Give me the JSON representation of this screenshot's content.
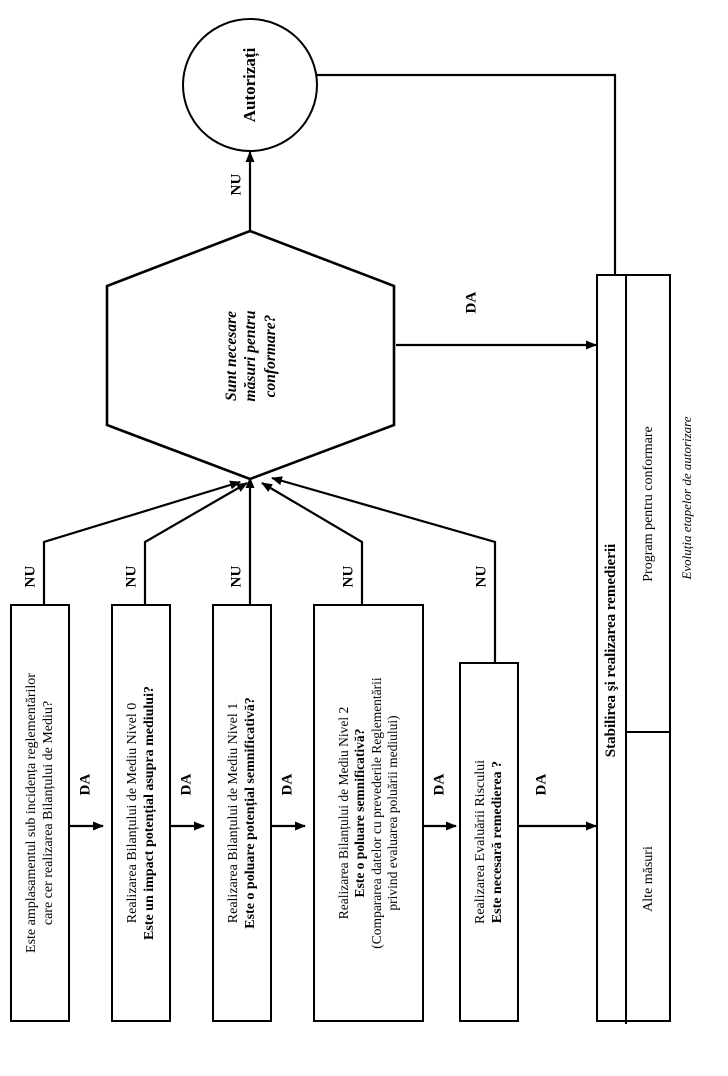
{
  "diagram": {
    "caption": "Evoluția etapelor de autorizare",
    "orientation": "rotated-90-ccw",
    "line_color": "#000000",
    "background": "#ffffff"
  },
  "terminator": {
    "label": "Autorizați"
  },
  "decision": {
    "shape": "hexagon",
    "line1": "Sunt necesare",
    "line2": "măsuri pentru",
    "line3": "conformare?"
  },
  "process_boxes": [
    {
      "id": "box-1",
      "lines": [
        {
          "text": "Este amplasamentul sub incidența reglementărilor",
          "bold": false
        },
        {
          "text": "care cer realizarea Bilanțului de Mediu?",
          "bold": false
        }
      ]
    },
    {
      "id": "box-2",
      "lines": [
        {
          "text": "Realizarea Bilanțului de Mediu Nivel 0",
          "bold": false
        },
        {
          "text": "Este un impact potențial asupra mediului?",
          "bold": true
        }
      ]
    },
    {
      "id": "box-3",
      "lines": [
        {
          "text": "Realizarea Bilanțului de Mediu Nivel 1",
          "bold": false
        },
        {
          "text": "Este o poluare potențial semnificativă?",
          "bold": true
        }
      ]
    },
    {
      "id": "box-4",
      "lines": [
        {
          "text": "Realizarea Bilanțului de Mediu Nivel 2",
          "bold": false
        },
        {
          "text": "Este o poluare semnificativă?",
          "bold": true
        },
        {
          "text": "(Compararea datelor cu prevederile Reglementării",
          "bold": false
        },
        {
          "text": "privind evaluarea poluării mediului)",
          "bold": false
        }
      ]
    },
    {
      "id": "box-5",
      "lines": [
        {
          "text": "Realizarea Evaluării Riscului",
          "bold": false
        },
        {
          "text": "Este necesară remedierea ?",
          "bold": true
        }
      ]
    }
  ],
  "right_block": {
    "header": "Stabilirea şi realizarea remedierii",
    "cells": [
      {
        "text": "Alte măsuri",
        "bold": false
      },
      {
        "text": "Program pentru conformare",
        "bold": false
      }
    ]
  },
  "edge_labels": {
    "yes": "DA",
    "no": "NU",
    "no_edges": [
      {
        "from": "box-1",
        "label": "NU"
      },
      {
        "from": "box-2",
        "label": "NU"
      },
      {
        "from": "box-3",
        "label": "NU"
      },
      {
        "from": "box-4",
        "label": "NU"
      },
      {
        "from": "box-5",
        "label": "NU"
      }
    ],
    "yes_edges": [
      {
        "from": "box-1",
        "to": "box-2",
        "label": "DA"
      },
      {
        "from": "box-2",
        "to": "box-3",
        "label": "DA"
      },
      {
        "from": "box-3",
        "to": "box-4",
        "label": "DA"
      },
      {
        "from": "box-4",
        "to": "box-5",
        "label": "DA"
      },
      {
        "from": "box-5",
        "to": "right-block",
        "label": "DA"
      },
      {
        "from": "decision",
        "to": "right-block",
        "label": "DA"
      }
    ],
    "decision_no": {
      "from": "decision",
      "to": "terminator",
      "label": "NU"
    }
  }
}
